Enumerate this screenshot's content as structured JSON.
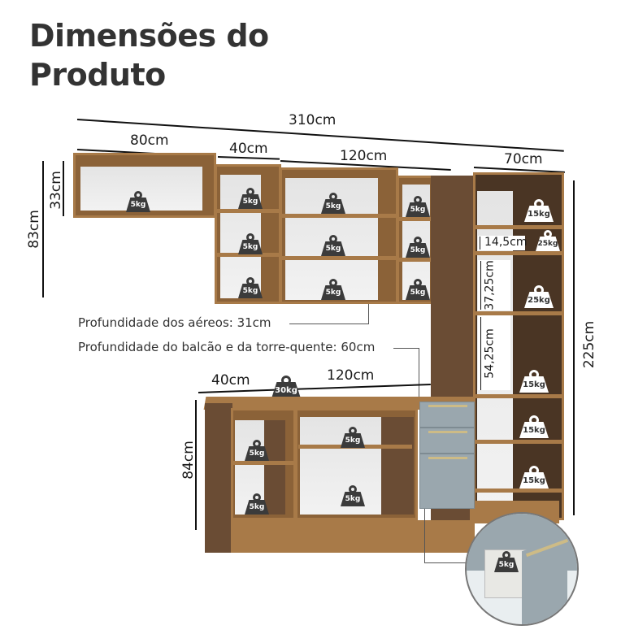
{
  "header": {
    "title_line1": "Dimensões do",
    "title_line2": "Produto"
  },
  "dimensions": {
    "total_width": "310cm",
    "upper_80": "80cm",
    "upper_40": "40cm",
    "upper_120": "120cm",
    "tower_width": "70cm",
    "upper_height_small": "33cm",
    "upper_height": "83cm",
    "tower_height": "225cm",
    "tower_gap_1": "14,5cm",
    "tower_gap_2": "37,25cm",
    "tower_gap_3": "54,25cm",
    "base_40": "40cm",
    "base_120": "120cm",
    "base_height": "84cm"
  },
  "notes": {
    "upper_depth": "Profundidade dos aéreos: 31cm",
    "base_depth": "Profundidade do balcão e da torre-quente: 60cm"
  },
  "weights": {
    "upper_80": "5kg",
    "upper_40": [
      "5kg",
      "5kg",
      "5kg"
    ],
    "upper_120_mid": [
      "5kg",
      "5kg",
      "5kg"
    ],
    "upper_120_right": [
      "5kg",
      "5kg",
      "5kg"
    ],
    "tower": [
      "15kg",
      "25kg",
      "25kg",
      "15kg",
      "15kg",
      "15kg"
    ],
    "countertop": "30kg",
    "base_left": [
      "5kg",
      "5kg"
    ],
    "base_middle": [
      "5kg",
      "5kg"
    ],
    "drawer_detail": "5kg"
  },
  "colors": {
    "wood": "#a87a48",
    "dark_wood": "#5a4331",
    "drawer_front": "#9aa7ae",
    "handle": "#cdbb86",
    "weight_dark": "#3b3b3b",
    "weight_light": "#ffffff"
  }
}
